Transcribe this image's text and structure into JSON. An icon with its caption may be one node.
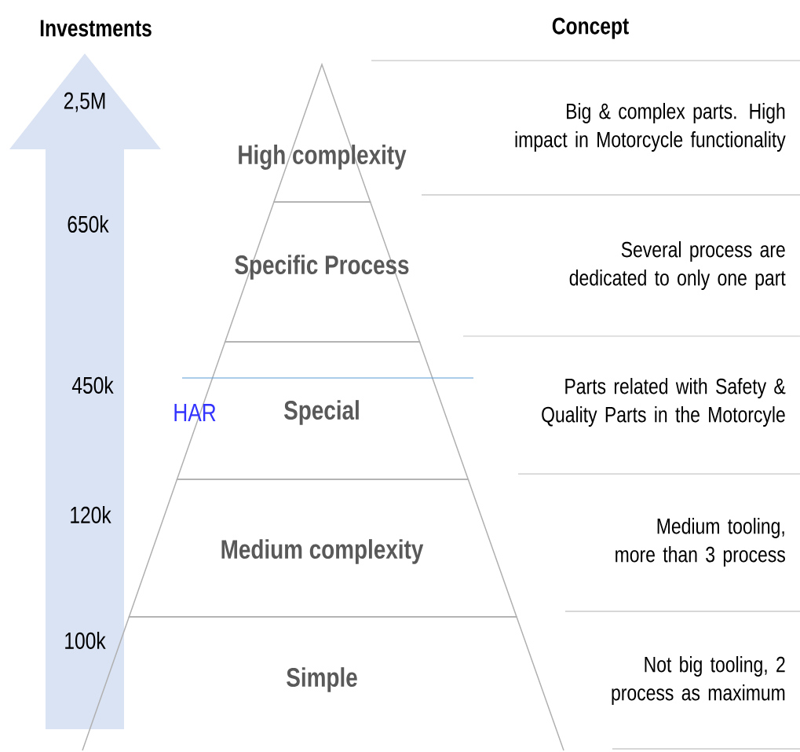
{
  "diagram": {
    "nodes": [
      {
        "text": [
          "High complexity"
        ]
      },
      {
        "text": [
          "Specific Process"
        ]
      },
      {
        "text": [
          "Special"
        ]
      },
      {
        "text": [
          "Medium complexity"
        ]
      },
      {
        "text": [
          "Simple"
        ]
      }
    ],
    "labels": [
      "Investments",
      "Concept",
      "2,5M",
      "Big & complex parts. High impact in Motorcycle functionality",
      "650k",
      "Several process are dedicated to only one part",
      "450k",
      "HAR",
      "Parts related with Safety & Quality Parts in the Motorcyle",
      "120k",
      "Medium tooling, more than 3 process",
      "100k",
      "Not big tooling, 2 process as maximum"
    ]
  }
}
